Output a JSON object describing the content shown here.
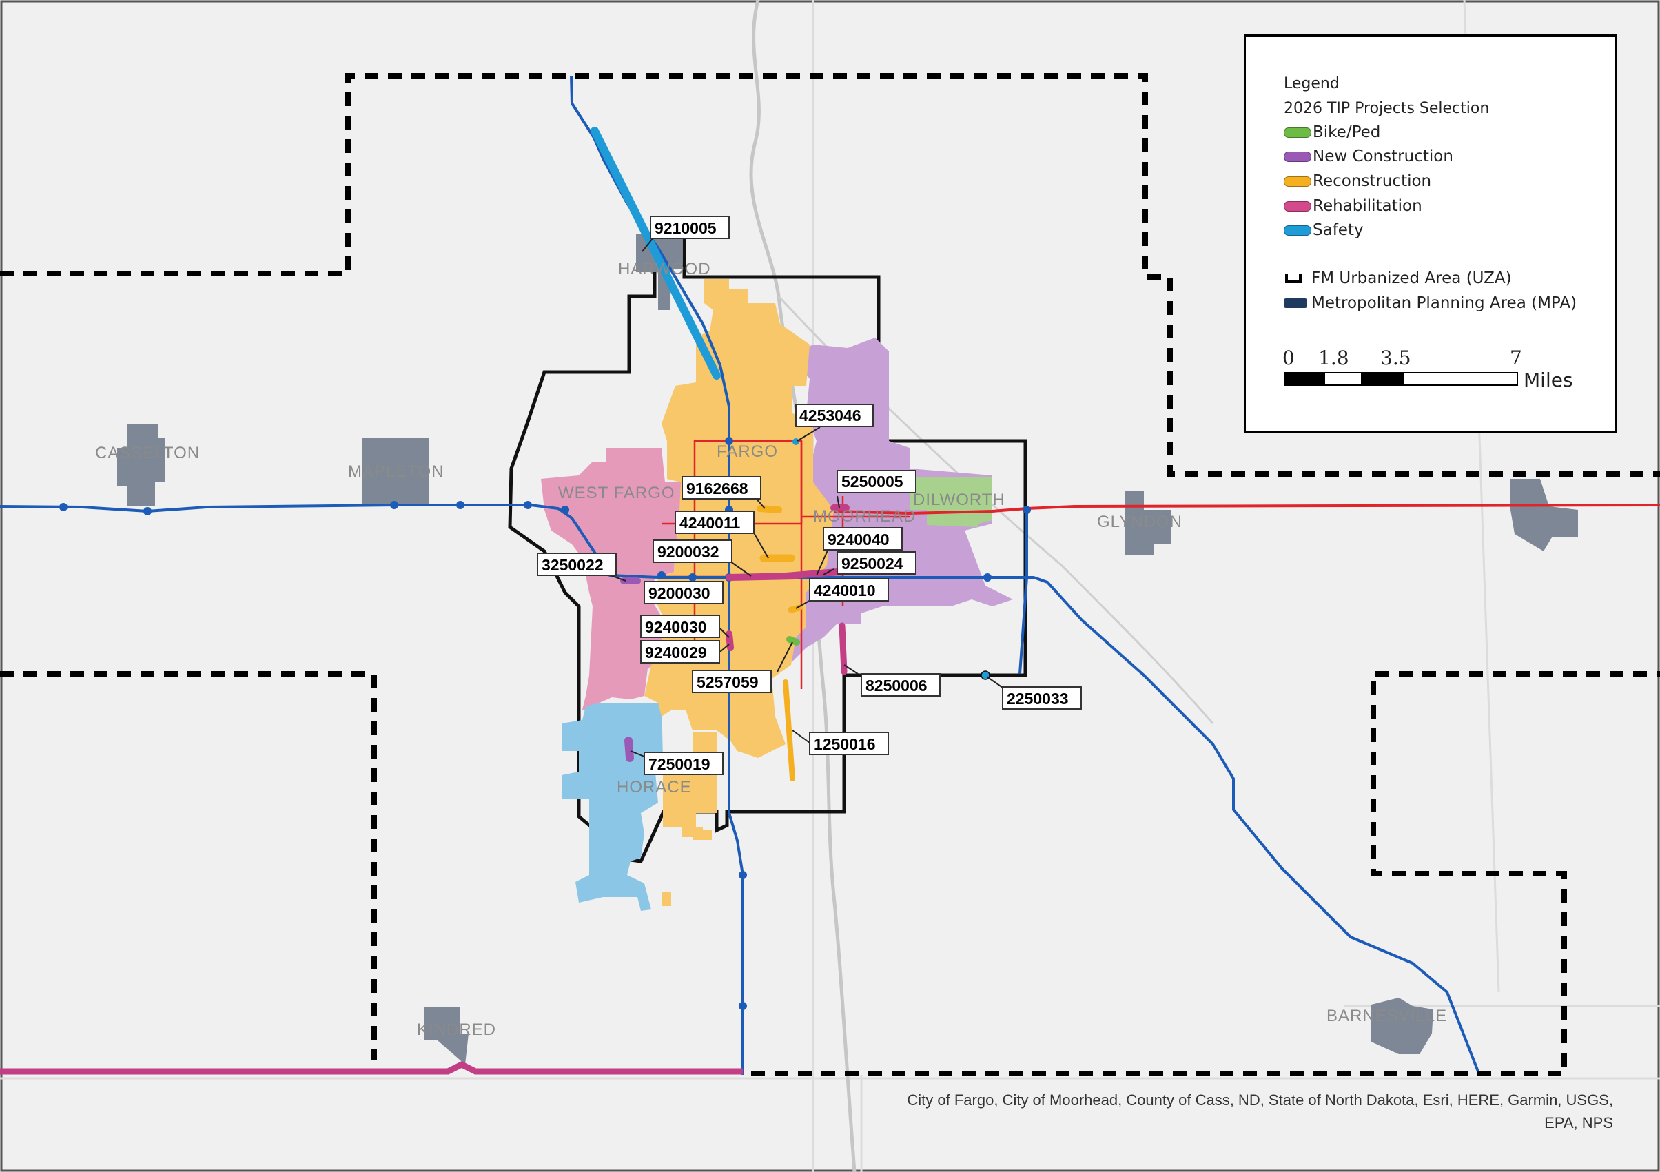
{
  "legend": {
    "title": "Legend",
    "subtitle": "2026 TIP Projects Selection",
    "categories": [
      {
        "label": "Bike/Ped",
        "color": "#6dbb45"
      },
      {
        "label": "New Construction",
        "color": "#9b59b6"
      },
      {
        "label": "Reconstruction",
        "color": "#f5b021"
      },
      {
        "label": "Rehabilitation",
        "color": "#d24a8c"
      },
      {
        "label": "Safety",
        "color": "#1f9bd7"
      }
    ],
    "uza_label": "FM Urbanized Area (UZA)",
    "mpa_label": "Metropolitan Planning Area (MPA)",
    "scale_ticks": [
      "0",
      "1.8",
      "3.5",
      "7"
    ],
    "scale_unit": "Miles"
  },
  "city_labels": {
    "horace": "HORACE",
    "west_fargo": "WEST FARGO",
    "fargo": "FARGO",
    "dilworth": "DILWORTH",
    "moorhead_partial": "MOORHEAD",
    "glyndon": "GLYNDON",
    "harwood": "HARWOOD",
    "casselton": "CASSELTON",
    "mapleton": "MAPLETON",
    "kindred": "KINDRED",
    "barnesville": "BARNESVILLE"
  },
  "projects": {
    "p9210005": "9210005",
    "p4253046": "4253046",
    "p9162668": "9162668",
    "p5250005": "5250005",
    "p4240011": "4240011",
    "p9240040": "9240040",
    "p9200032": "9200032",
    "p9250024": "9250024",
    "p3250022": "3250022",
    "p9200030": "9200030",
    "p4240010": "4240010",
    "p9240030": "9240030",
    "p9240029": "9240029",
    "p5257059": "5257059",
    "p8250006": "8250006",
    "p2250033": "2250033",
    "p1250016": "1250016",
    "p7250019": "7250019"
  },
  "credit": {
    "line1": "City of Fargo, City of Moorhead, County of Cass, ND, State of North Dakota, Esri, HERE, Garmin, USGS,",
    "line2": "EPA, NPS"
  },
  "colors": {
    "background": "#f0f0f0",
    "fargo": "#f7c769",
    "west_fargo": "#e49ab8",
    "moorhead": "#c7a1d6",
    "horace": "#8cc6e6",
    "dilworth": "#a9d18e",
    "small_city": "#7d8796",
    "interstate_ew": "#e0242a",
    "highway_blue": "#1d5bb8",
    "rehab_magenta": "#c23f86"
  }
}
